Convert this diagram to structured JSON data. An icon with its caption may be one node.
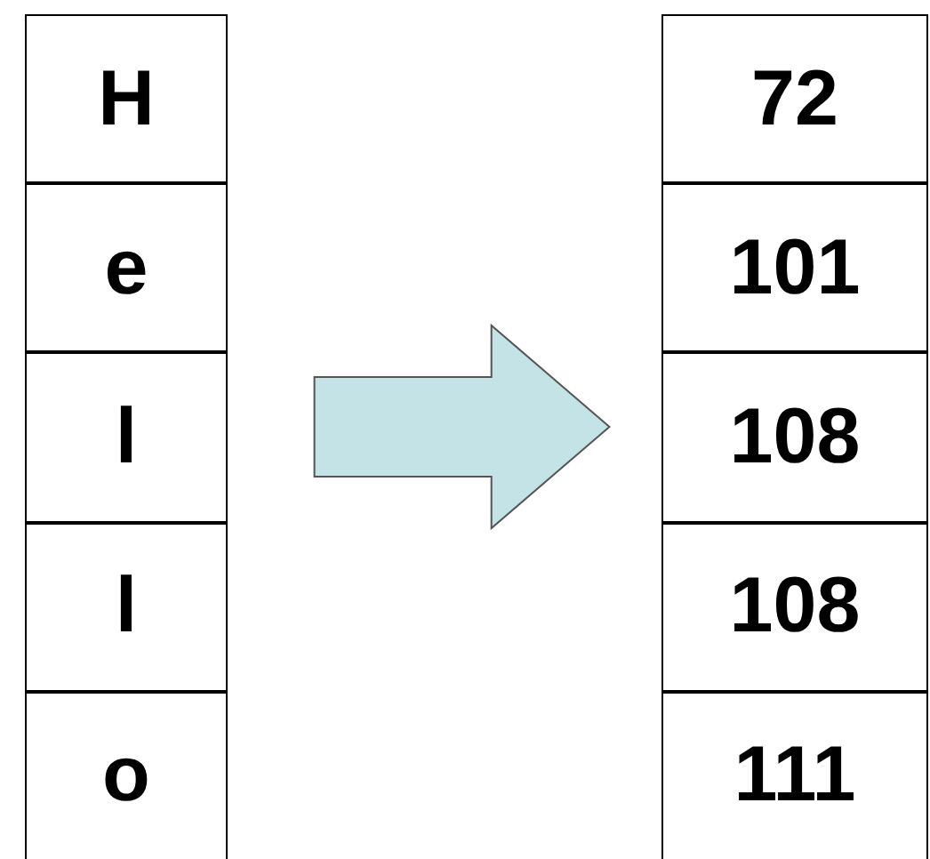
{
  "diagram": {
    "nodes": [
      {
        "text": [],
        "shape": "box"
      },
      {
        "text": [
          "H"
        ],
        "in": 0
      },
      {
        "text": [
          "e"
        ],
        "in": 0
      },
      {
        "text": [
          "l"
        ],
        "in": 0
      },
      {
        "text": [
          "l"
        ],
        "in": 0
      },
      {
        "text": [
          "o"
        ],
        "in": 0
      },
      {
        "text": [],
        "shape": "box"
      },
      {
        "text": [
          "72"
        ],
        "in": 6
      },
      {
        "text": [
          "101"
        ],
        "in": 6
      },
      {
        "text": [
          "108"
        ],
        "in": 6
      },
      {
        "text": [
          "108"
        ],
        "in": 6
      },
      {
        "text": [
          "111"
        ],
        "in": 6
      }
    ],
    "edges": [
      {
        "from": 0,
        "to": 6,
        "arrow": "to"
      }
    ]
  }
}
